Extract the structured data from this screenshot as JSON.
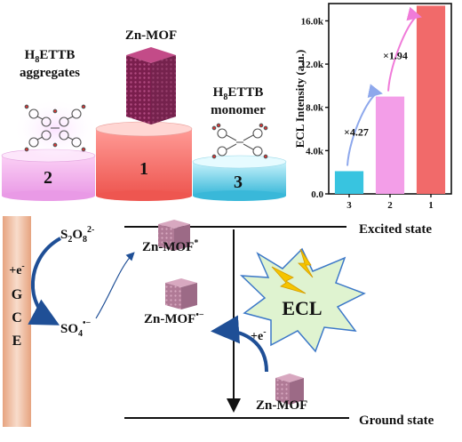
{
  "labels": {
    "aggregates_h": "H",
    "aggregates_sub": "8",
    "aggregates_rest": "ETTB",
    "aggregates_line2": "aggregates",
    "mof_title": "Zn-MOF",
    "monomer_h": "H",
    "monomer_sub": "8",
    "monomer_rest": "ETTB",
    "monomer_line2": "monomer",
    "podium_2": "2",
    "podium_1": "1",
    "podium_3": "3"
  },
  "chart_data": {
    "type": "bar",
    "categories": [
      "3",
      "2",
      "1"
    ],
    "values": [
      2100,
      9000,
      17400
    ],
    "ylabel": "ECL Intensity (a.u.)",
    "ylim": [
      0,
      17600
    ],
    "yticks": [
      0.0,
      4000,
      8000,
      12000,
      16000
    ],
    "ytick_labels": [
      "0.0",
      "4.0k",
      "8.0k",
      "12.0k",
      "16.0k"
    ],
    "colors": [
      "#38c4e0",
      "#f39ee8",
      "#f16a6a"
    ],
    "annotations": [
      "×4.27",
      "×1.94"
    ],
    "grid": false
  },
  "mechanism": {
    "s2o8": "S",
    "s2o8_sub": "2",
    "s2o8_o": "O",
    "s2o8_sub2": "8",
    "s2o8_sup": "2-",
    "so4": "SO",
    "so4_sub": "4",
    "so4_sup": "•−",
    "electrode_e": "+e",
    "electrode_e_sup": "-",
    "electrode_letters": [
      "G",
      "C",
      "E"
    ],
    "mof_excited": "Zn-MOF",
    "mof_excited_sup": "*",
    "mof_radical": "Zn-MOF",
    "mof_radical_sup": "•−",
    "mof_ground": "Zn-MOF",
    "plus_e": "+e",
    "plus_e_sup": "-",
    "ecl": "ECL",
    "excited_state": "Excited state",
    "ground_state": "Ground state"
  }
}
